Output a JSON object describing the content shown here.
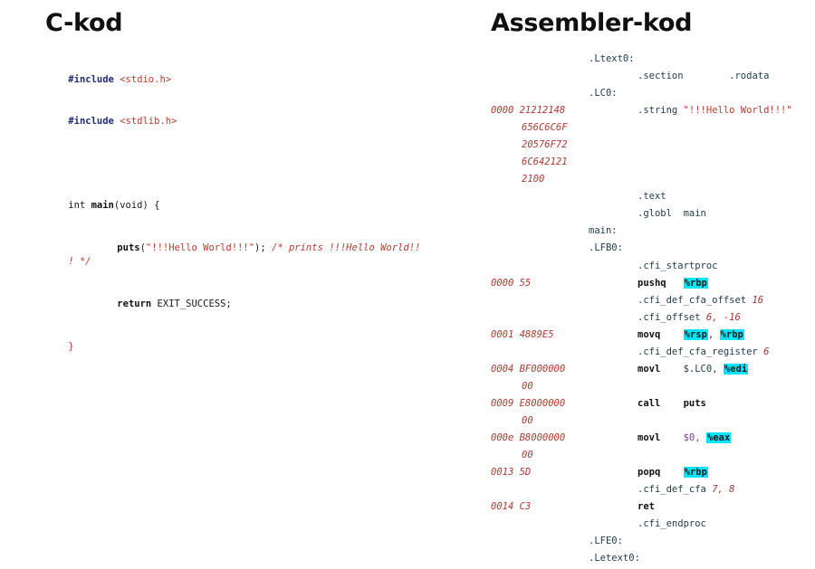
{
  "headings": {
    "c": "C-kod",
    "asm": "Assembler-kod"
  },
  "c_code": {
    "line1_kw": "#include",
    "line1_arg": "<stdio.h>",
    "line2_kw": "#include",
    "line2_arg": "<stdlib.h>",
    "main_type": "int ",
    "main_name": "main",
    "main_rest": "(void) {",
    "puts_call": "puts",
    "puts_open": "(",
    "puts_str": "\"!!!Hello World!!!\"",
    "puts_close": "); ",
    "puts_comment_a": "/* prints !!!Hello World!!",
    "puts_comment_b": "! */",
    "return_kw": "return",
    "return_val": " EXIT_SUCCESS;",
    "close_brace": "}"
  },
  "asm": {
    "ltext0": ".Ltext0:",
    "section": ".section",
    "rodata": ".rodata",
    "lc0": ".LC0:",
    "string_dir": ".string",
    "string_val": "\"!!!Hello World!!!\"",
    "text": ".text",
    "globl": ".globl",
    "globl_sym": "main",
    "main_lbl": "main:",
    "lfb0": ".LFB0:",
    "startproc": ".cfi_startproc",
    "pushq": "pushq",
    "rbp": "%rbp",
    "def_cfa_offset": ".cfi_def_cfa_offset",
    "def_cfa_offset_n": "16",
    "cfi_offset": ".cfi_offset",
    "cfi_offset_args": "6, -16",
    "movq": "movq",
    "rsp": "%rsp",
    "comma": ", ",
    "def_cfa_register": ".cfi_def_cfa_register",
    "def_cfa_register_n": "6",
    "movl": "movl",
    "lc0_imm": "$.LC0, ",
    "edi": "%edi",
    "call": "call",
    "puts": "puts",
    "zero_imm": "$0, ",
    "eax": "%eax",
    "popq": "popq",
    "def_cfa": ".cfi_def_cfa",
    "def_cfa_args": "7, 8",
    "ret": "ret",
    "endproc": ".cfi_endproc",
    "lfe0": ".LFE0:",
    "letext0": ".Letext0:"
  },
  "addresses": {
    "a0": "0000 21212148",
    "a0b": "656C6C6F",
    "a0c": "20576F72",
    "a0d": "6C642121",
    "a0e": "2100",
    "a1": "0000 55",
    "a2": "0001 4889E5",
    "a3": "0004 BF000000",
    "a3b": "00",
    "a4": "0009 E8000000",
    "a4b": "00",
    "a5": "000e B8000000",
    "a5b": "00",
    "a6": "0013 5D",
    "a7": "0014 C3"
  }
}
